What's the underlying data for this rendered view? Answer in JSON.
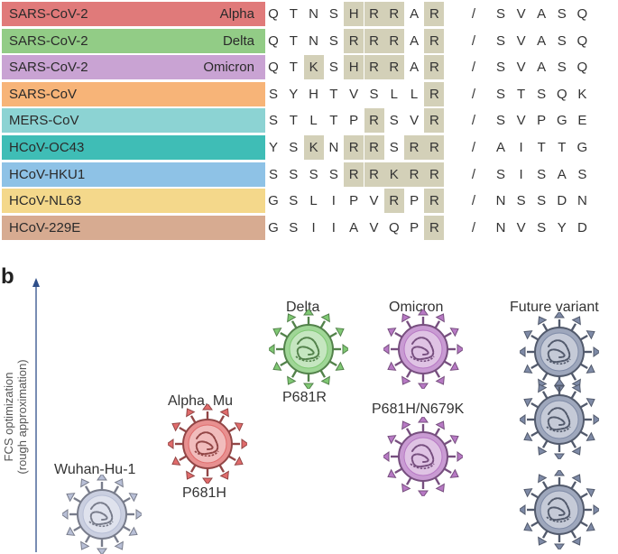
{
  "panel_a": {
    "rows": [
      {
        "name": "SARS-CoV-2",
        "variant": "Alpha",
        "color": "#e07a7a",
        "residues": [
          "Q",
          "T",
          "N",
          "S",
          "H",
          "R",
          "R",
          "A",
          "R"
        ],
        "highlight": [
          4,
          5,
          6,
          8
        ],
        "after": [
          "S",
          "V",
          "A",
          "S",
          "Q"
        ]
      },
      {
        "name": "SARS-CoV-2",
        "variant": "Delta",
        "color": "#92cc86",
        "residues": [
          "Q",
          "T",
          "N",
          "S",
          "R",
          "R",
          "R",
          "A",
          "R"
        ],
        "highlight": [
          4,
          5,
          6,
          8
        ],
        "after": [
          "S",
          "V",
          "A",
          "S",
          "Q"
        ]
      },
      {
        "name": "SARS-CoV-2",
        "variant": "Omicron",
        "color": "#c9a3d3",
        "residues": [
          "Q",
          "T",
          "K",
          "S",
          "H",
          "R",
          "R",
          "A",
          "R"
        ],
        "highlight": [
          2,
          4,
          5,
          6,
          8
        ],
        "after": [
          "S",
          "V",
          "A",
          "S",
          "Q"
        ]
      },
      {
        "name": "SARS-CoV",
        "variant": "",
        "color": "#f7b478",
        "residues": [
          "S",
          "Y",
          "H",
          "T",
          "V",
          "S",
          "L",
          "L",
          "R"
        ],
        "highlight": [
          8
        ],
        "after": [
          "S",
          "T",
          "S",
          "Q",
          "K"
        ]
      },
      {
        "name": "MERS-CoV",
        "variant": "",
        "color": "#8cd3d3",
        "residues": [
          "S",
          "T",
          "L",
          "T",
          "P",
          "R",
          "S",
          "V",
          "R"
        ],
        "highlight": [
          5,
          8
        ],
        "after": [
          "S",
          "V",
          "P",
          "G",
          "E"
        ]
      },
      {
        "name": "HCoV-OC43",
        "variant": "",
        "color": "#3fbdb6",
        "residues": [
          "Y",
          "S",
          "K",
          "N",
          "R",
          "R",
          "S",
          "R",
          "R"
        ],
        "highlight": [
          2,
          4,
          5,
          7,
          8
        ],
        "after": [
          "A",
          "I",
          "T",
          "T",
          "G"
        ]
      },
      {
        "name": "HCoV-HKU1",
        "variant": "",
        "color": "#8ec2e6",
        "residues": [
          "S",
          "S",
          "S",
          "S",
          "R",
          "R",
          "K",
          "R",
          "R"
        ],
        "highlight": [
          4,
          5,
          6,
          7,
          8
        ],
        "after": [
          "S",
          "I",
          "S",
          "A",
          "S"
        ]
      },
      {
        "name": "HCoV-NL63",
        "variant": "",
        "color": "#f4d88b",
        "residues": [
          "G",
          "S",
          "L",
          "I",
          "P",
          "V",
          "R",
          "P",
          "R"
        ],
        "highlight": [
          6,
          8
        ],
        "after": [
          "N",
          "S",
          "S",
          "D",
          "N"
        ]
      },
      {
        "name": "HCoV-229E",
        "variant": "",
        "color": "#d7ab91",
        "residues": [
          "G",
          "S",
          "I",
          "I",
          "A",
          "V",
          "Q",
          "P",
          "R"
        ],
        "highlight": [
          8
        ],
        "after": [
          "N",
          "V",
          "S",
          "Y",
          "D"
        ]
      }
    ],
    "slash": "/"
  },
  "panel_b": {
    "letter": "b",
    "y_axis_label_line1": "FCS optimization",
    "y_axis_label_line2": "(rough approximation)",
    "labels": {
      "wuhan": "Wuhan-Hu-1",
      "alpha": "Alpha, Mu",
      "alpha_mut": "P681H",
      "delta": "Delta",
      "delta_mut": "P681R",
      "omicron": "Omicron",
      "omicron_mut": "P681H/N679K",
      "future": "Future variant"
    },
    "colors": {
      "wuhan": "#b8bfd6",
      "alpha": "#e06b6b",
      "delta": "#7fc873",
      "omicron": "#b779c4",
      "future": "#7e8aa6"
    }
  }
}
